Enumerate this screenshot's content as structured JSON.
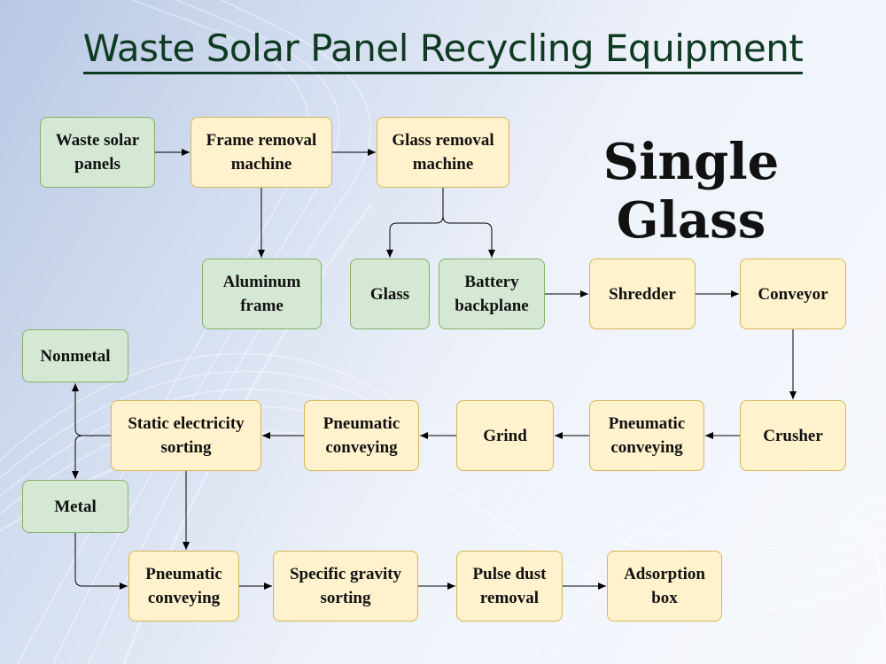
{
  "title": "Waste Solar Panel Recycling Equipment",
  "subtitle": "Single Glass",
  "colors": {
    "green_fill": "#d5e8d4",
    "green_border": "#82b366",
    "yellow_fill": "#fff2cc",
    "yellow_border": "#d6b656",
    "title": "#0f3a22"
  },
  "nodes": {
    "waste_panels": "Waste solar panels",
    "frame_removal": "Frame removal machine",
    "glass_removal": "Glass removal machine",
    "aluminum_frame": "Aluminum frame",
    "glass": "Glass",
    "battery_backplane": "Battery backplane",
    "shredder": "Shredder",
    "conveyor": "Conveyor",
    "crusher": "Crusher",
    "pneumatic_1": "Pneumatic conveying",
    "grind": "Grind",
    "pneumatic_2": "Pneumatic conveying",
    "static_sorting": "Static electricity sorting",
    "nonmetal": "Nonmetal",
    "metal": "Metal",
    "pneumatic_3": "Pneumatic conveying",
    "gravity_sorting": "Specific gravity sorting",
    "pulse_dust": "Pulse dust removal",
    "adsorption_box": "Adsorption box"
  }
}
